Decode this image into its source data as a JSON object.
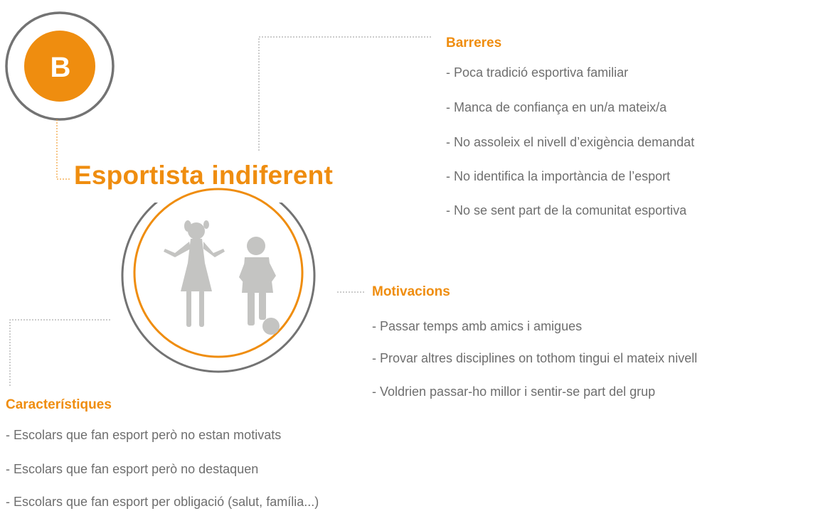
{
  "badge": {
    "letter": "B"
  },
  "title": "Esportista indiferent",
  "barreres": {
    "heading": "Barreres",
    "items": [
      "- Poca tradició esportiva familiar",
      "- Manca de confiança en un/a mateix/a",
      "- No assoleix el nivell d’exigència demandat",
      "- No identifica la importància de l’esport",
      "- No se sent part de la comunitat esportiva"
    ]
  },
  "motivacions": {
    "heading": "Motivacions",
    "items": [
      "- Passar temps amb amics i amigues",
      "- Provar altres disciplines on tothom tingui el mateix nivell",
      "- Voldrien passar-ho millor i sentir-se part del grup"
    ]
  },
  "caracteristiques": {
    "heading": "Característiques",
    "items": [
      "- Escolars que fan esport però no estan motivats",
      "- Escolars que fan esport però no destaquen",
      "- Escolars que fan esport per obligació (salut, família...)"
    ]
  },
  "colors": {
    "accent": "#ef8d0f",
    "ring": "#737373",
    "text": "#6e6e6e",
    "silhouette": "#c4c4c2"
  }
}
